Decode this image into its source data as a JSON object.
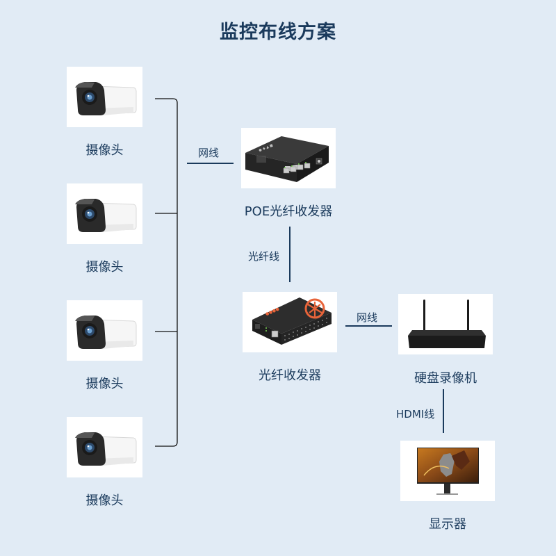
{
  "title": "监控布线方案",
  "devices": {
    "cameras": [
      {
        "label": "摄像头",
        "icon": "bullet-camera-icon"
      },
      {
        "label": "摄像头",
        "icon": "bullet-camera-icon"
      },
      {
        "label": "摄像头",
        "icon": "bullet-camera-icon"
      },
      {
        "label": "摄像头",
        "icon": "bullet-camera-icon"
      }
    ],
    "poe_transceiver": {
      "label": "POE光纤收发器",
      "icon": "poe-switch-icon"
    },
    "fiber_transceiver": {
      "label": "光纤收发器",
      "icon": "media-converter-icon"
    },
    "nvr": {
      "label": "硬盘录像机",
      "icon": "nvr-router-icon"
    },
    "monitor": {
      "label": "显示器",
      "icon": "monitor-icon"
    }
  },
  "connections": {
    "cameras_to_poe": "网线",
    "poe_to_fiber": "光纤线",
    "fiber_to_nvr": "网线",
    "nvr_to_monitor": "HDMI线"
  },
  "colors": {
    "background": "#e1ebf5",
    "text": "#1a3a5c",
    "accent_orange": "#e8643a"
  }
}
